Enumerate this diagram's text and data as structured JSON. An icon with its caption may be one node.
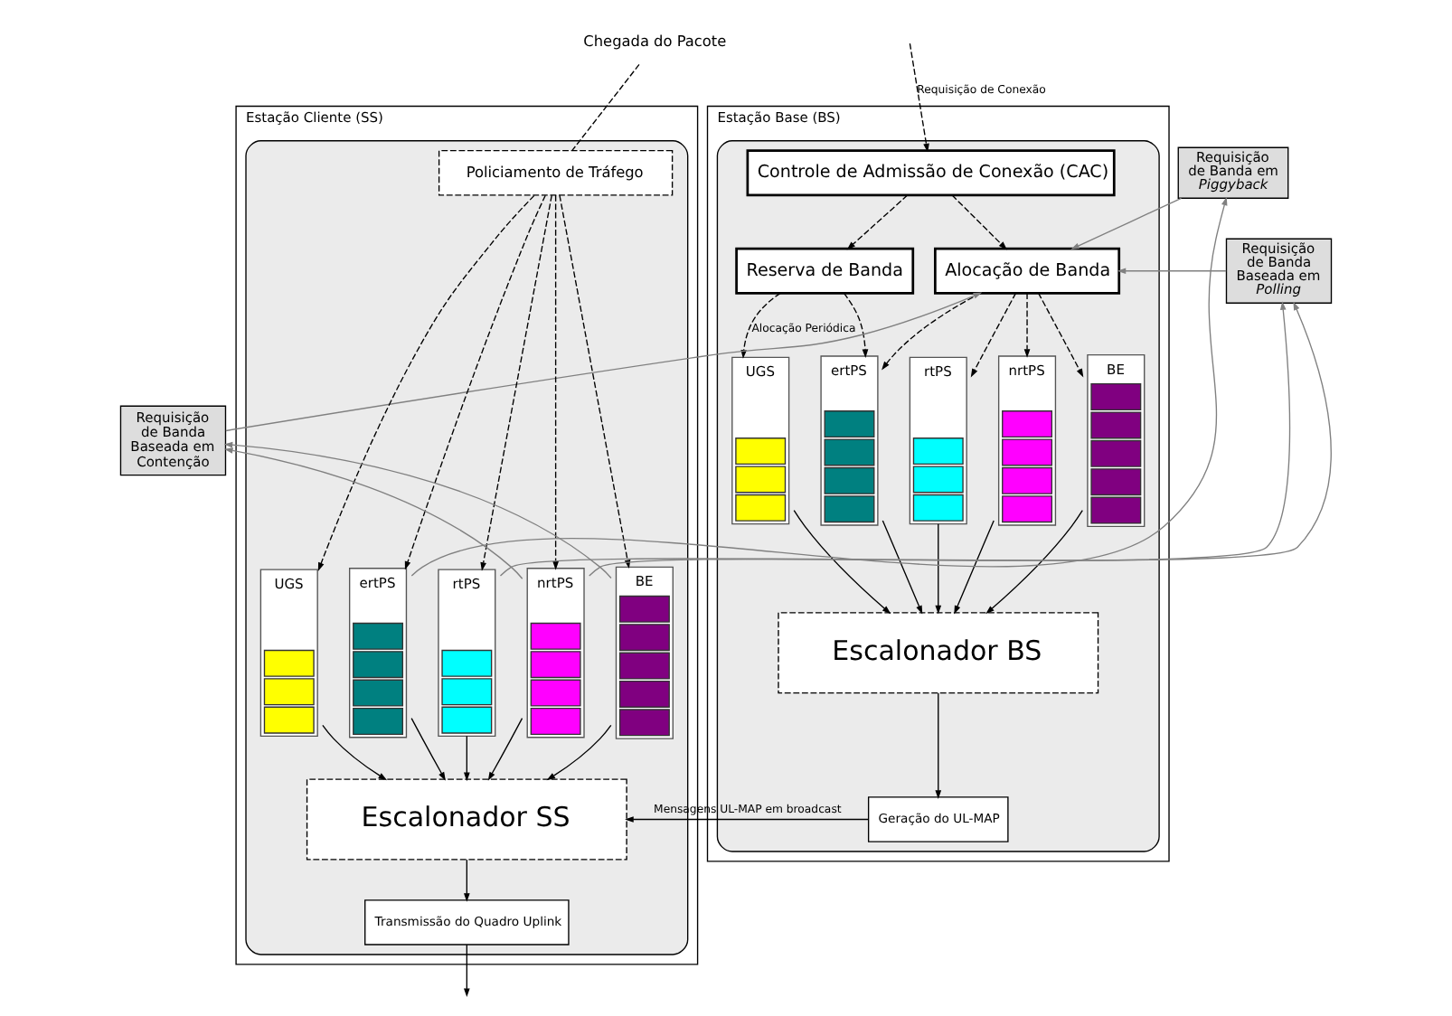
{
  "diagram": {
    "nodes": [
      {
        "text": [
          "Estação Base (BS)"
        ]
      },
      {
        "text": [],
        "shape": "box",
        "in": 0
      },
      {
        "text": [
          "Controle de Admissão de Conexão (CAC)"
        ],
        "in": 1
      },
      {
        "text": [
          "Reserva de Banda"
        ],
        "in": 1
      },
      {
        "text": [
          "Alocação de Banda"
        ],
        "in": 1
      },
      {
        "text": [
          "UGS"
        ],
        "in": 1
      },
      {
        "text": [
          "ertPS"
        ],
        "in": 1
      },
      {
        "text": [
          "rtPS"
        ],
        "in": 1
      },
      {
        "text": [
          "nrtPS"
        ],
        "in": 1
      },
      {
        "text": [
          "BE"
        ],
        "in": 1
      },
      {
        "text": [
          "Escalonador BS"
        ],
        "in": 1
      },
      {
        "text": [
          "Geração do UL-MAP"
        ],
        "in": 1
      },
      {
        "text": [
          "Requisição de Banda em *Piggyback*"
        ]
      },
      {
        "text": [
          "Requisição de Banda Baseada em *Polling*"
        ]
      },
      {
        "text": [
          "Requisição de Banda Baseada em Contenção"
        ]
      },
      {
        "text": [
          "Estação Cliente (SS)"
        ]
      },
      {
        "text": [],
        "shape": "box",
        "in": 15
      },
      {
        "text": [
          "Policiamento de Tráfego"
        ],
        "in": 16
      },
      {
        "text": [
          "UGS"
        ],
        "in": 16
      },
      {
        "text": [
          "ertPS"
        ],
        "in": 16
      },
      {
        "text": [
          "rtPS"
        ],
        "in": 16
      },
      {
        "text": [
          "nrtPS"
        ],
        "in": 16
      },
      {
        "text": [
          "BE"
        ],
        "in": 16
      },
      {
        "text": [
          "Escalonador SS"
        ],
        "in": 16
      },
      {
        "text": [
          "Transmissão do Quadro Uplink"
        ],
        "in": 16
      },
      {
        "text": [
          "Chegada do Pacote"
        ]
      }
    ],
    "edges": [
      {
        "from": null,
        "to": 2,
        "arrow": "to",
        "style": "dashed",
        "label": "Requisição de Conexão"
      },
      {
        "from": 2,
        "to": 3,
        "arrow": "to",
        "style": "dashed"
      },
      {
        "from": 2,
        "to": 4,
        "arrow": "to",
        "style": "dashed"
      },
      {
        "from": 3,
        "to": 5,
        "arrow": "to",
        "style": "dashed",
        "label": "Alocação Periódica"
      },
      {
        "from": 3,
        "to": 6,
        "arrow": "to",
        "style": "dashed"
      },
      {
        "from": 4,
        "to": 6,
        "arrow": "to",
        "style": "dashed"
      },
      {
        "from": 4,
        "to": 7,
        "arrow": "to",
        "style": "dashed"
      },
      {
        "from": 4,
        "to": 8,
        "arrow": "to",
        "style": "dashed"
      },
      {
        "from": 4,
        "to": 9,
        "arrow": "to",
        "style": "dashed"
      },
      {
        "from": 5,
        "to": 10,
        "arrow": "to"
      },
      {
        "from": 6,
        "to": 10,
        "arrow": "to"
      },
      {
        "from": 7,
        "to": 10,
        "arrow": "to"
      },
      {
        "from": 8,
        "to": 10,
        "arrow": "to"
      },
      {
        "from": 9,
        "to": 10,
        "arrow": "to"
      },
      {
        "from": 10,
        "to": 11,
        "arrow": "to"
      },
      {
        "from": 12,
        "to": 4,
        "arrow": "to",
        "color": "#808080"
      },
      {
        "from": 13,
        "to": 4,
        "arrow": "to",
        "color": "#808080"
      },
      {
        "from": 14,
        "to": 4,
        "arrow": "to",
        "color": "#808080"
      },
      {
        "from": 25,
        "to": 17,
        "arrow": "none",
        "style": "dashed"
      },
      {
        "from": 17,
        "to": 18,
        "arrow": "to",
        "style": "dashed"
      },
      {
        "from": 17,
        "to": 19,
        "arrow": "to",
        "style": "dashed"
      },
      {
        "from": 17,
        "to": 20,
        "arrow": "to",
        "style": "dashed"
      },
      {
        "from": 17,
        "to": 21,
        "arrow": "to",
        "style": "dashed"
      },
      {
        "from": 17,
        "to": 22,
        "arrow": "to",
        "style": "dashed"
      },
      {
        "from": 19,
        "to": 12,
        "arrow": "to",
        "color": "#808080"
      },
      {
        "from": 20,
        "to": 13,
        "arrow": "to",
        "color": "#808080"
      },
      {
        "from": 21,
        "to": 13,
        "arrow": "to",
        "color": "#808080"
      },
      {
        "from": 21,
        "to": 14,
        "arrow": "to",
        "color": "#808080"
      },
      {
        "from": 22,
        "to": 14,
        "arrow": "to",
        "color": "#808080"
      },
      {
        "from": 18,
        "to": 23,
        "arrow": "to"
      },
      {
        "from": 19,
        "to": 23,
        "arrow": "to"
      },
      {
        "from": 20,
        "to": 23,
        "arrow": "to"
      },
      {
        "from": 21,
        "to": 23,
        "arrow": "to"
      },
      {
        "from": 22,
        "to": 23,
        "arrow": "to"
      },
      {
        "from": 23,
        "to": 24,
        "arrow": "to"
      },
      {
        "from": 11,
        "to": 23,
        "arrow": "to",
        "label": "Mensagens UL-MAP em broadcast"
      },
      {
        "from": 24,
        "to": null,
        "arrow": "to"
      }
    ]
  }
}
